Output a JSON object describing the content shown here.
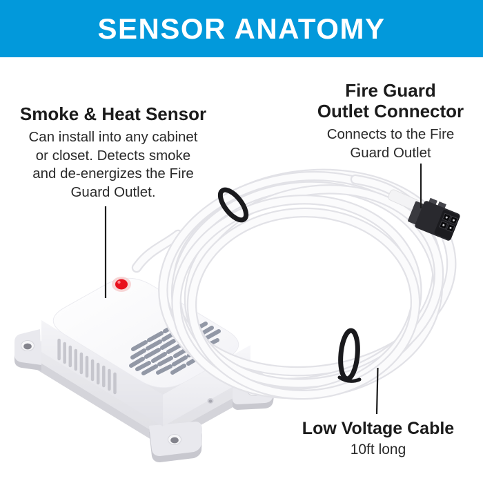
{
  "header": {
    "title": "SENSOR ANATOMY"
  },
  "callouts": {
    "sensor": {
      "title": "Smoke & Heat Sensor",
      "desc_lines": [
        "Can install into any cabinet",
        "or closet. Detects smoke",
        "and de-energizes the Fire",
        "Guard Outlet."
      ]
    },
    "connector": {
      "title_lines": [
        "Fire Guard",
        "Outlet Connector"
      ],
      "desc_lines": [
        "Connects to the Fire",
        "Guard Outlet"
      ]
    },
    "cable": {
      "title": "Low Voltage Cable",
      "subtitle": "10ft long"
    }
  },
  "colors": {
    "banner_blue": "#0299DB",
    "banner_text": "#FFFFFF",
    "text_dark": "#1E1E1E",
    "led_red": "#E9101C",
    "cable_white": "#FBFBFC",
    "connector_black": "#29292E",
    "device_white": "#FDFDFE"
  },
  "illustration_parts": [
    "smoke-heat-sensor-unit",
    "coiled-low-voltage-cable",
    "fire-guard-outlet-connector",
    "cable-ties",
    "led-indicator",
    "speaker-grille",
    "vent-slots",
    "mounting-flanges"
  ]
}
